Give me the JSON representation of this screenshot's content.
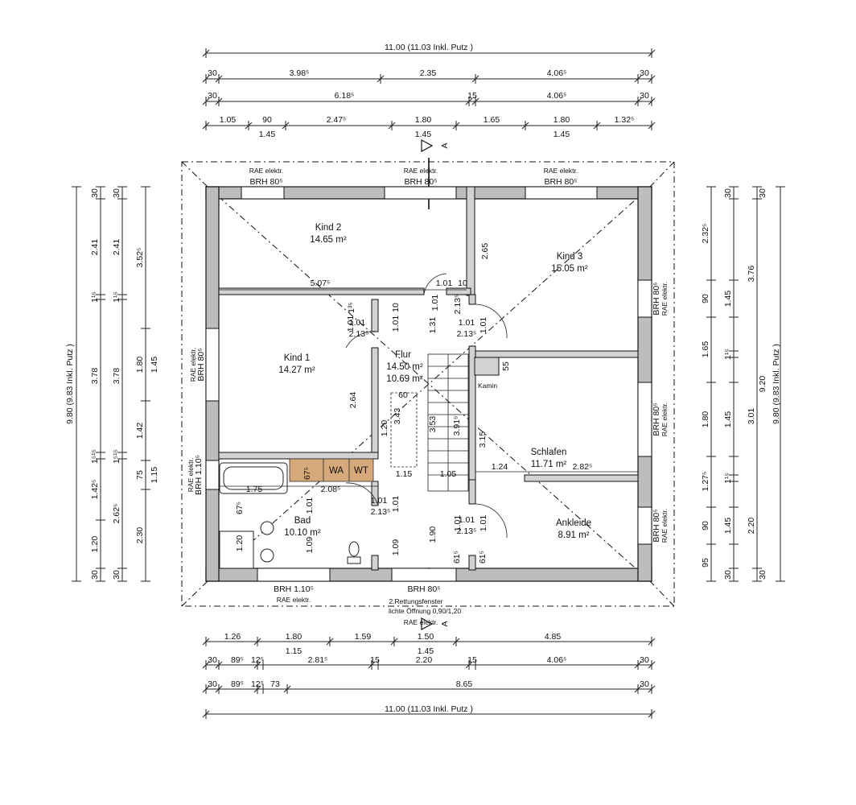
{
  "dims": {
    "top_total": "11.00  (11.03 Inkl. Putz )",
    "top_row1": [
      "30",
      "3.98⁵",
      "2.35",
      "4.06⁵",
      "30"
    ],
    "top_row2": [
      "30",
      "6.18⁵",
      "15",
      "4.06⁵",
      "30"
    ],
    "top_row3_upper": [
      "1.05",
      "90",
      "2.47⁵",
      "1.80",
      "1.65",
      "1.80",
      "1.32⁵"
    ],
    "top_row3_lower": [
      "1.45",
      "1.45",
      "1.45"
    ],
    "bottom_row1_upper": [
      "1.26",
      "1.80",
      "1.59",
      "1.50",
      "4.85"
    ],
    "bottom_row1_lower": [
      "1.15",
      "1.45"
    ],
    "bottom_row2": [
      "30",
      "89⁵",
      "12⁵",
      "2.81⁵",
      "15",
      "2.20",
      "15",
      "4.06⁵",
      "30"
    ],
    "bottom_row3": [
      "30",
      "89⁵",
      "12⁵",
      "73",
      "8.65",
      "30"
    ],
    "bottom_total": "11.00  (11.03 Inkl. Putz )",
    "left_total": "9.80  (9.83 Inkl. Putz )",
    "left_col1": [
      "30",
      "2.41",
      "1¹⁵",
      "3.78",
      "1⁵¹⁵",
      "1.42⁵",
      "1.20",
      "30"
    ],
    "left_col2": [
      "30",
      "2.41",
      "1¹⁵",
      "3.78",
      "1⁵¹⁵",
      "2.62⁵",
      "30"
    ],
    "left_col3": [
      "3.52⁵",
      "1.80",
      "1.42",
      "75",
      "2.30"
    ],
    "left_col4": [
      "1.45",
      "1.15"
    ],
    "right_col1": [
      "2.32⁵",
      "90",
      "1.65",
      "1.80",
      "1.27⁵",
      "90",
      "95"
    ],
    "right_col2": [
      "30",
      "1.45",
      "1¹⁵",
      "1.45",
      "1¹⁵",
      "1.45",
      "30"
    ],
    "right_col3": [
      "3.76",
      "3.01",
      "2.20"
    ],
    "right_col4": [
      "30",
      "9.20",
      "30"
    ],
    "right_total": "9.80  (9.83 Inkl. Putz )"
  },
  "rooms": {
    "kind2": {
      "name": "Kind 2",
      "area": "14.65 m²"
    },
    "kind3": {
      "name": "Kind 3",
      "area": "15.05 m²"
    },
    "kind1": {
      "name": "Kind 1",
      "area": "14.27 m²"
    },
    "flur": {
      "name": "Flur",
      "area1": "14.50 m²",
      "area2": "10.69 m²"
    },
    "schlafen": {
      "name": "Schlafen",
      "area": "11.71 m²"
    },
    "ankleide": {
      "name": "Ankleide",
      "area": "8.91 m²"
    },
    "bad": {
      "name": "Bad",
      "area": "10.10 m²"
    },
    "kamin": "Kamin",
    "wa": "WA",
    "wt": "WT"
  },
  "windows": {
    "rae": "RAE elektr.",
    "brh80": "BRH 80⁵",
    "brh110": "BRH 1.10⁵",
    "rettung1": "2.Rettungsfenster",
    "rettung2": "lichte Öffnung 0,90/1,20"
  },
  "section_mark": "A",
  "inner_dims": {
    "d5075": "5.07⁵",
    "d101a": "1.01",
    "d10": "10",
    "d265": "2.65",
    "d101b": "1.01",
    "d2135a": "2.13⁵",
    "d101c": "1.01",
    "d135": "1³⁵",
    "d101d": "1.01",
    "d2135b": "2.13⁵",
    "d101e": "1.01",
    "d131": "1.31",
    "d264": "2.64",
    "d60": "60",
    "d343": "3.43",
    "d120": "1.20",
    "d353": "3.53",
    "d391": "3.91⁵",
    "d315": "3.15",
    "d124": "1.24",
    "d282": "2.82⁵",
    "d55": "55",
    "d175": "1.75",
    "d675a": "67⁵",
    "d208": "2.08⁵",
    "d101f": "1.01",
    "d2135c": "2.13⁵",
    "d101g": "1.01",
    "d115": "1.15",
    "d105": "1.05",
    "d675b": "67⁵",
    "d120b": "1.20",
    "d109a": "1.09",
    "d109b": "1.09",
    "d190": "1.90",
    "d615a": "61⁵",
    "d615b": "61⁵",
    "d101h": "1.01",
    "d2135d": "2.13⁵",
    "d101i": "1.01",
    "d101j": "1.01",
    "d2135e": "2.13⁵",
    "d101k": "1.01",
    "d1s1": "1.01",
    "d21": "2.13⁵"
  }
}
